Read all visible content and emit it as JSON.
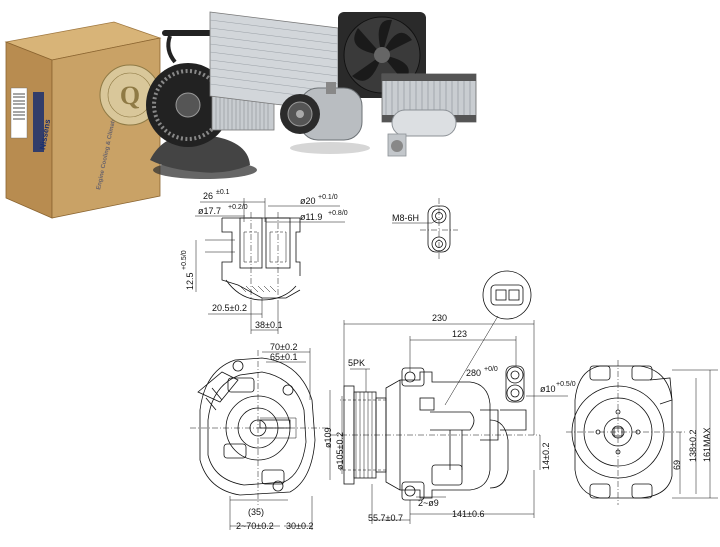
{
  "brand": {
    "box_logo_text": "Nissens",
    "box_side_text": "Engine Cooling & Climate",
    "seal_letter": "Q"
  },
  "dimensions": {
    "d261": "26",
    "d261_tol": "±0.1",
    "d177": "ø17.7",
    "d177_tol": "+0.2/0",
    "d20": "ø20",
    "d20_tol": "+0.1/0",
    "d119": "ø11.9",
    "d119_tol": "+0.8/0",
    "d125": "12.5",
    "d125_tol": "+0.5/0",
    "d205": "20.5±0.2",
    "d38": "38±0.1",
    "thread": "M8-6H",
    "d230": "230",
    "d123": "123",
    "d280": "280",
    "d280_tol": "+0/0",
    "d10": "ø10",
    "d10_tol": "+0.5/0",
    "d5pk": "5PK",
    "d70": "70±0.2",
    "d65": "65±0.1",
    "d109": "ø109",
    "d105": "ø105±0.2",
    "d14": "14±0.2",
    "d138": "138±0.2",
    "d69": "69",
    "d161": "161MAX",
    "d35": "(35)",
    "d2_70": "2~70±0.2",
    "d30": "30±0.2",
    "d557": "55.7±0.7",
    "d2_9": "2~ø9",
    "d141": "141±0.6"
  }
}
